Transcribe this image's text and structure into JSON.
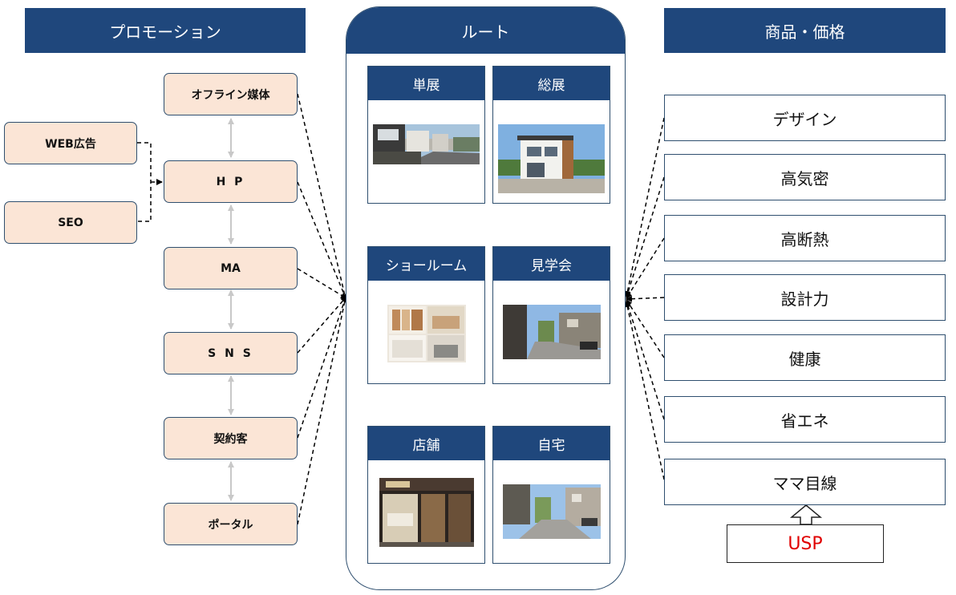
{
  "promotion": {
    "title": "プロモーション",
    "left_items": [
      "WEB広告",
      "SEO"
    ],
    "items": [
      "オフライン媒体",
      "H P",
      "MA",
      "S N S",
      "契約客",
      "ポータル"
    ]
  },
  "route": {
    "title": "ルート",
    "cards": [
      {
        "label": "単展",
        "image": "model-house-street-photo"
      },
      {
        "label": "総展",
        "image": "modern-house-photo"
      },
      {
        "label": "ショールーム",
        "image": "showroom-interior-photo"
      },
      {
        "label": "見学会",
        "image": "residential-street-photo"
      },
      {
        "label": "店舗",
        "image": "storefront-photo"
      },
      {
        "label": "自宅",
        "image": "neighborhood-street-photo"
      }
    ]
  },
  "product": {
    "title": "商品・価格",
    "items": [
      "デザイン",
      "高気密",
      "高断熱",
      "設計力",
      "健康",
      "省エネ",
      "ママ目線"
    ],
    "usp": "USP",
    "usp_color": "#e00000"
  },
  "colors": {
    "header_bg": "#1f477c",
    "promo_box_bg": "#fbe5d6",
    "border": "#2f4f6f",
    "vertical_arrow": "#c8c8c8"
  }
}
